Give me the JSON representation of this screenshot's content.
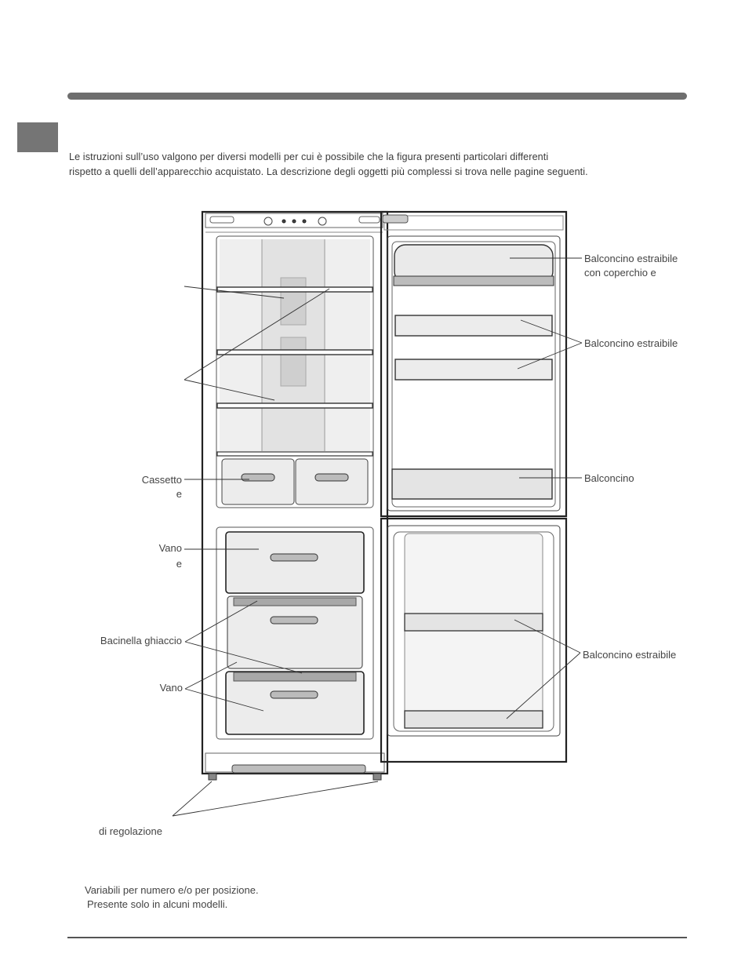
{
  "intro": {
    "line1": "Le istruzioni sull’uso valgono per diversi modelli per cui è possibile che la figura presenti particolari differenti",
    "line2": "rispetto a quelli dell’apparecchio acquistato. La descrizione degli oggetti più complessi si trova nelle pagine seguenti."
  },
  "labels": {
    "balconcino_coperchio_1": "Balconcino estraibile",
    "balconcino_coperchio_2": "con coperchio e",
    "balconcino_estraibile_top": "Balconcino estraibile",
    "balconcino": "Balconcino",
    "balconcino_estraibile_freezer": "Balconcino estraibile",
    "cassetto_1": "Cassetto",
    "cassetto_2": "e",
    "vano_top_1": "Vano",
    "vano_top_2": "e",
    "bacinella": "Bacinella ghiaccio",
    "vano_bottom": "Vano",
    "regolazione": "di regolazione"
  },
  "footnotes": {
    "line1": "Variabili per numero e/o per posizione.",
    "line2": "Presente solo in alcuni modelli."
  }
}
